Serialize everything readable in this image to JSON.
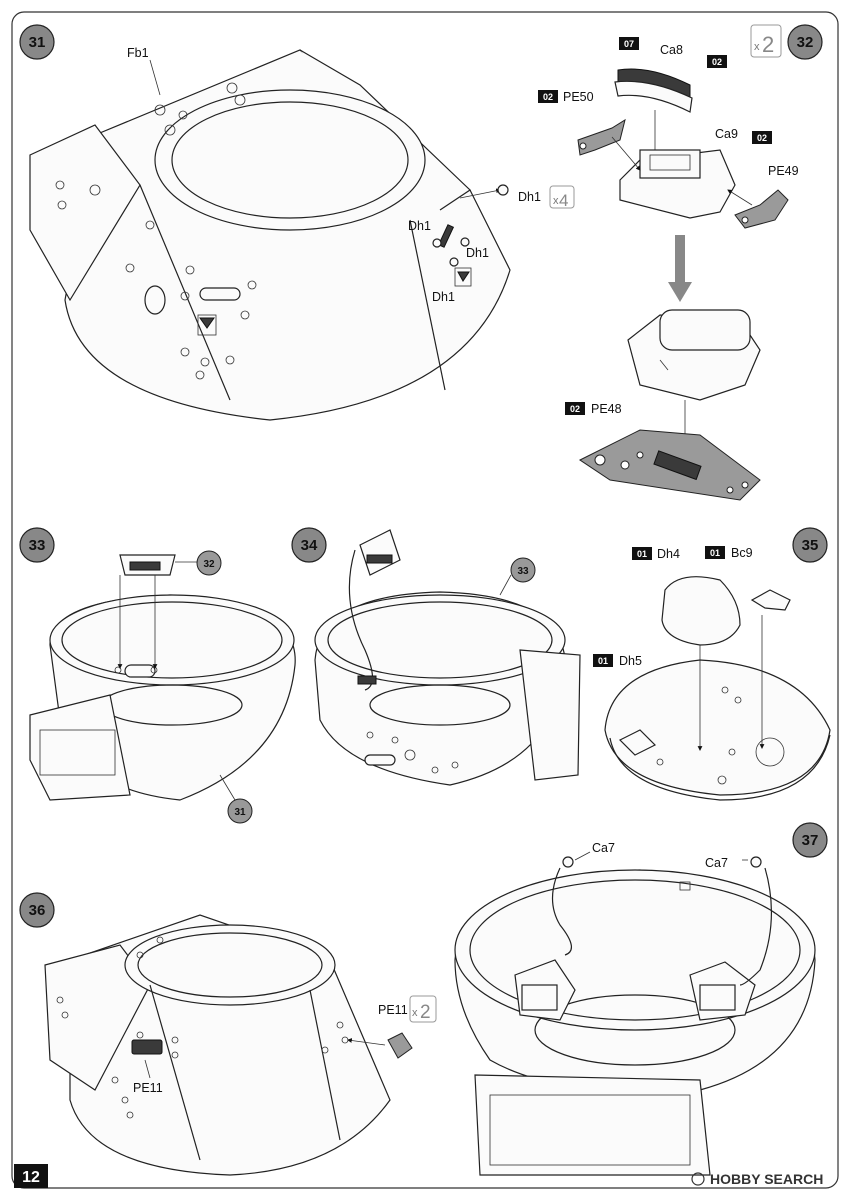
{
  "page": {
    "number": "12",
    "brand": "HOBBY SEARCH"
  },
  "steps": {
    "s31": {
      "number": "31",
      "labels": {
        "fb1": "Fb1",
        "dh1_right": "Dh1",
        "dh1_a": "Dh1",
        "dh1_b": "Dh1",
        "dh1_c": "Dh1"
      },
      "qty": {
        "x": "x",
        "n": "4"
      }
    },
    "s32": {
      "number": "32",
      "multiplier": {
        "x": "x",
        "n": "2"
      },
      "labels": {
        "ca8": "Ca8",
        "pe50": "PE50",
        "ca9": "Ca9",
        "pe49": "PE49",
        "pe48": "PE48"
      },
      "codes": {
        "ca8": "07",
        "ca8_tip": "02",
        "pe50": "02",
        "ca9": "02",
        "pe48": "02"
      }
    },
    "s33": {
      "number": "33",
      "ref_top": "32",
      "ref_bottom": "31"
    },
    "s34": {
      "number": "34",
      "ref": "33"
    },
    "s35": {
      "number": "35",
      "labels": {
        "dh4": "Dh4",
        "bc9": "Bc9",
        "dh5": "Dh5"
      },
      "codes": {
        "dh4": "01",
        "bc9": "01",
        "dh5": "01"
      }
    },
    "s36": {
      "number": "36",
      "labels": {
        "pe11_top": "PE11",
        "pe11_bottom": "PE11"
      },
      "multiplier": {
        "x": "x",
        "n": "2"
      }
    },
    "s37": {
      "number": "37",
      "labels": {
        "ca7_left": "Ca7",
        "ca7_right": "Ca7"
      }
    }
  }
}
